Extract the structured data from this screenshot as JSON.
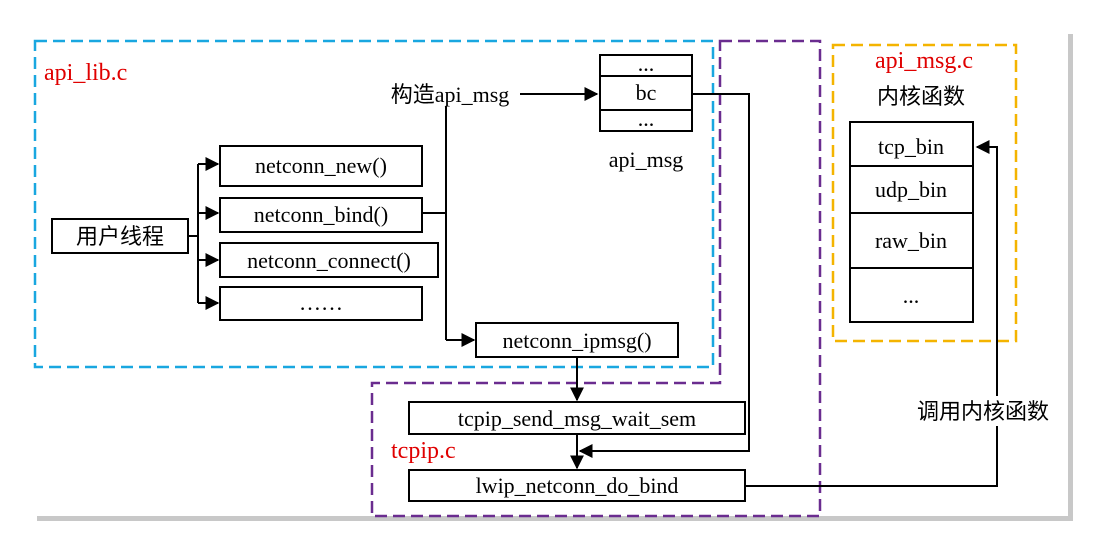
{
  "regions": {
    "api_lib": {
      "label": "api_lib.c",
      "color": "#19a7e0"
    },
    "api_msg": {
      "label": "api_msg.c",
      "color": "#f4b400"
    },
    "tcpip": {
      "label": "tcpip.c",
      "color": "#6a2c8f"
    },
    "label_color": "#e00000"
  },
  "user_thread": "用户线程",
  "functions": [
    "netconn_new()",
    "netconn_bind()",
    "netconn_connect()",
    "……"
  ],
  "construct_label": "构造api_msg",
  "api_msg_struct": {
    "rows": [
      "...",
      "bc",
      "..."
    ],
    "caption": "api_msg"
  },
  "ipmsg": "netconn_ipmsg()",
  "send_wait": "tcpip_send_msg_wait_sem",
  "do_bind": "lwip_netconn_do_bind",
  "kernel": {
    "title": "内核函数",
    "rows": [
      "tcp_bin",
      "udp_bin",
      "raw_bin",
      "..."
    ]
  },
  "call_label": "调用内核函数"
}
